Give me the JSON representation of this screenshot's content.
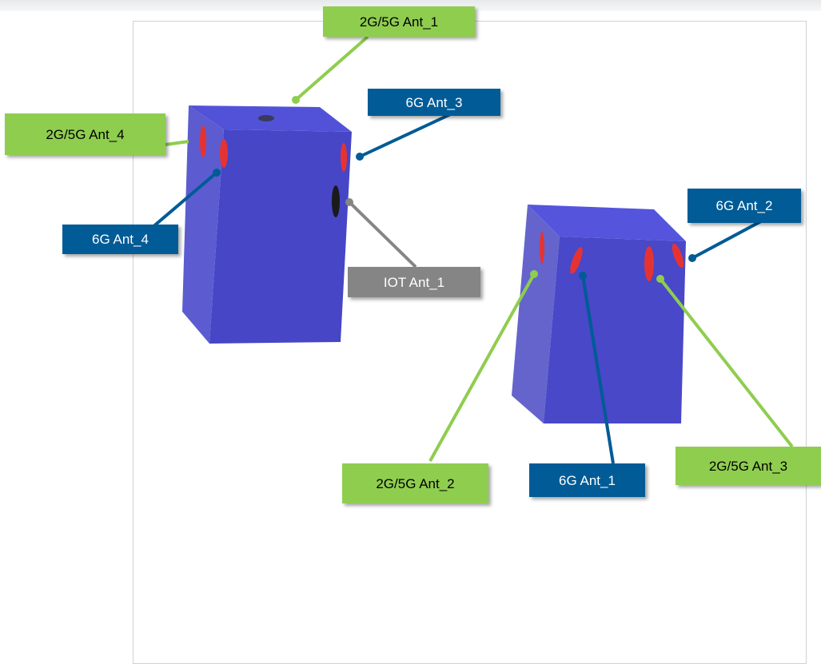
{
  "colors": {
    "green": "#8fcd4f",
    "blue": "#005b96",
    "gray": "#858585",
    "device": "#4a4ad8",
    "antenna_red": "#e53333",
    "antenna_black": "#1a1a1a"
  },
  "labels": {
    "ant25_1": "2G/5G Ant_1",
    "ant25_2": "2G/5G Ant_2",
    "ant25_3": "2G/5G Ant_3",
    "ant25_4": "2G/5G Ant_4",
    "ant6_1": "6G Ant_1",
    "ant6_2": "6G Ant_2",
    "ant6_3": "6G Ant_3",
    "ant6_4": "6G Ant_4",
    "iot_1": "IOT Ant_1"
  }
}
